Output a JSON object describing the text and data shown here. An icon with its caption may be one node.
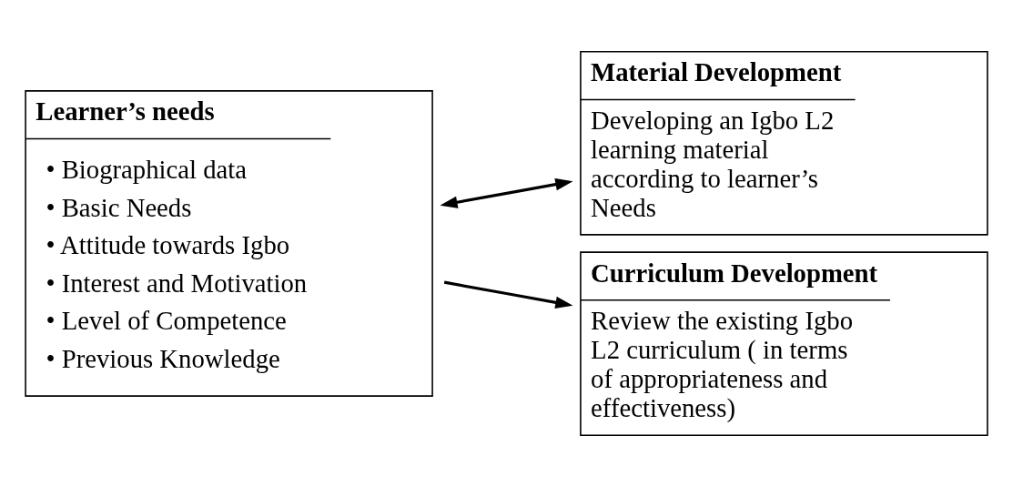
{
  "diagram": {
    "nodes": [
      {
        "text": [
          "Learner’s needs",
          "• Biographical data",
          "• Basic Needs",
          "• Attitude towards Igbo",
          "• Interest and Motivation",
          "• Level of Competence",
          "• Previous Knowledge"
        ]
      },
      {
        "text": [
          "Material Development",
          "Developing an Igbo L2 learning material according to learner’s Needs"
        ]
      },
      {
        "text": [
          "Curriculum Development",
          "Review the existing Igbo L2 curriculum ( in terms of appropriateness and effectiveness)"
        ]
      }
    ],
    "edges": [
      {
        "from": 0,
        "to": 1,
        "arrow": "both"
      },
      {
        "from": 0,
        "to": 2,
        "arrow": "to"
      }
    ]
  }
}
